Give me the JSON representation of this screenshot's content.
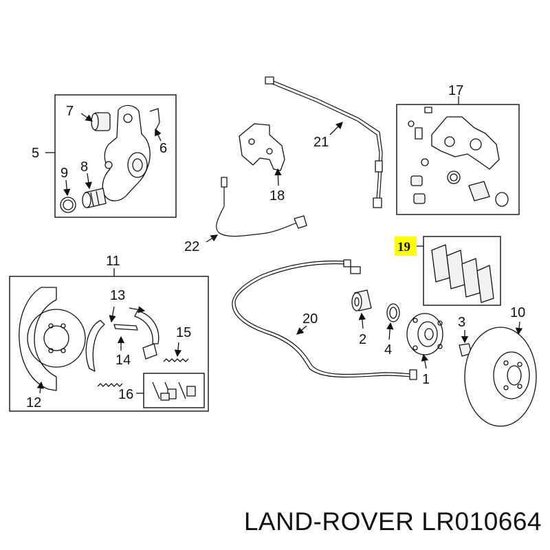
{
  "callouts": {
    "c1": "1",
    "c2": "2",
    "c3": "3",
    "c4": "4",
    "c5": "5",
    "c6": "6",
    "c7": "7",
    "c8": "8",
    "c9": "9",
    "c10": "10",
    "c11": "11",
    "c12": "12",
    "c13": "13",
    "c14": "14",
    "c15": "15",
    "c16": "16",
    "c17": "17",
    "c18": "18",
    "c19": "19",
    "c20": "20",
    "c21": "21",
    "c22": "22"
  },
  "highlight": {
    "callout": "19",
    "color": "#ffff00"
  },
  "footer": {
    "brand": "LAND-ROVER",
    "part_number": "LR010664"
  }
}
